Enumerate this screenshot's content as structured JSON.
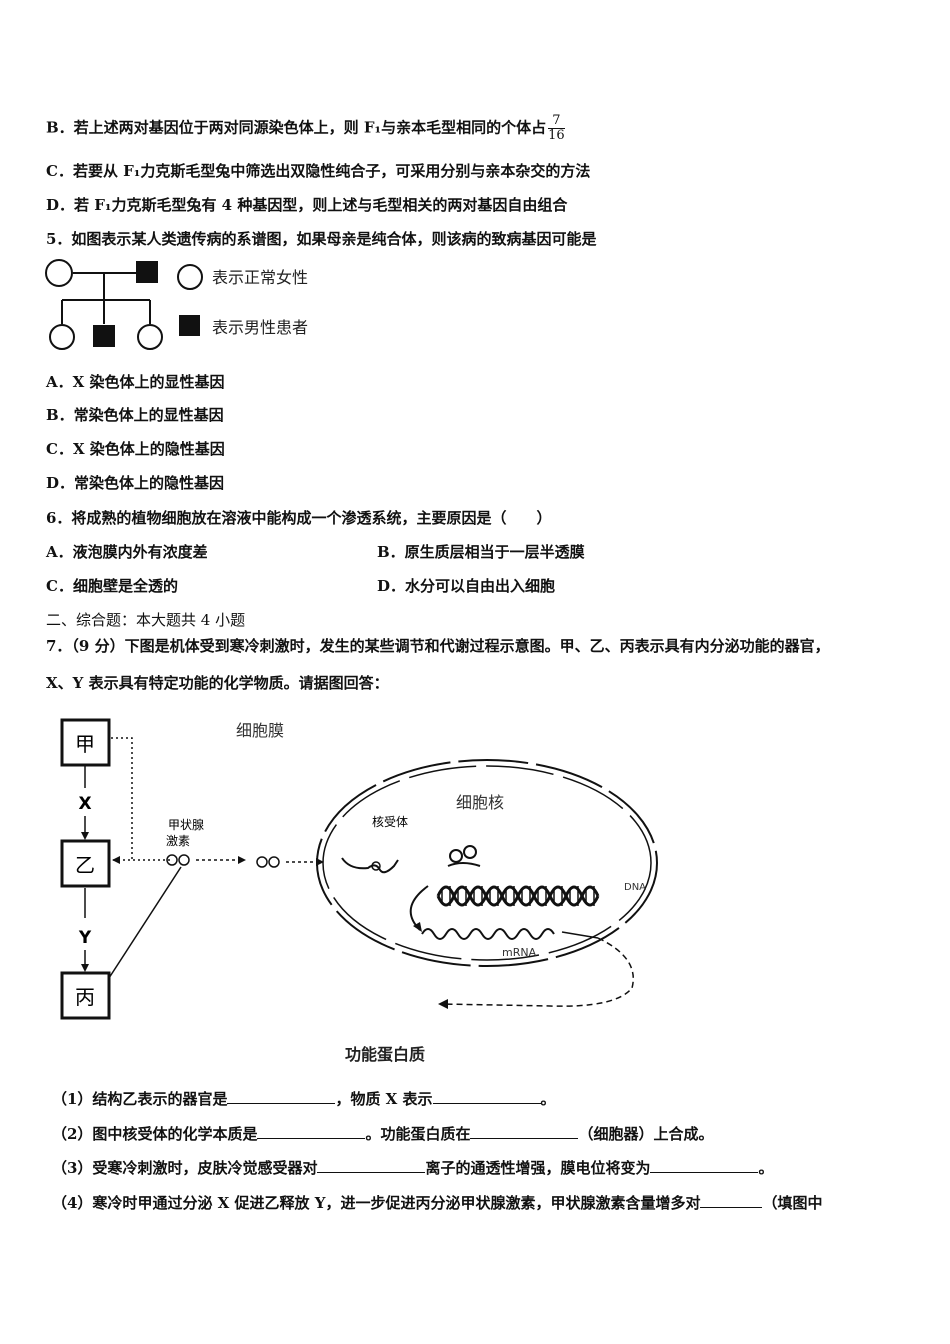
{
  "q4_options": {
    "B": "B．若上述两对基因位于两对同源染色体上，则 F₁与亲本毛型相同的个体占",
    "B_frac_num": "7",
    "B_frac_den": "16",
    "C": "C．若要从 F₁力克斯毛型兔中筛选出双隐性纯合子，可采用分别与亲本杂交的方法",
    "D": "D．若 F₁力克斯毛型兔有 4 种基因型，则上述与毛型相关的两对基因自由组合"
  },
  "q5": {
    "stem": "5．如图表示某人类遗传病的系谱图，如果母亲是纯合体，则该病的致病基因可能是",
    "legend_female": "表示正常女性",
    "legend_male": "表示男性患者",
    "options": [
      "A．X 染色体上的显性基因",
      "B．常染色体上的显性基因",
      "C．X 染色体上的隐性基因",
      "D．常染色体上的隐性基因"
    ]
  },
  "q6": {
    "stem": "6．将成熟的植物细胞放在溶液中能构成一个渗透系统，主要原因是（　　）",
    "A": "A．液泡膜内外有浓度差",
    "B": "B．原生质层相当于一层半透膜",
    "C": "C．细胞壁是全透的",
    "D": "D．水分可以自由出入细胞"
  },
  "section2": "二、综合题：本大题共 4 小题",
  "q7": {
    "stem1": "7．（9 分）下图是机体受到寒冷刺激时，发生的某些调节和代谢过程示意图。甲、乙、丙表示具有内分泌功能的器官，",
    "stem2": "X、Y 表示具有特定功能的化学物质。请据图回答：",
    "diagram": {
      "box_jia": "甲",
      "box_yi": "乙",
      "box_bing": "丙",
      "label_x": "X",
      "label_y": "Y",
      "hormone_line1": "甲状腺",
      "hormone_line2": "激素",
      "cell_membrane": "细胞膜",
      "nucleus": "细胞核",
      "receptor": "核受体",
      "dna": "DNA",
      "mrna": "mRNA",
      "protein": "功能蛋白质"
    },
    "sub1_a": "（1）结构乙表示的器官是",
    "sub1_b": "，物质 X 表示",
    "sub1_c": "。",
    "sub2_a": "（2）图中核受体的化学本质是",
    "sub2_b": "。功能蛋白质在",
    "sub2_c": "（细胞器）上合成。",
    "sub3_a": "（3）受寒冷刺激时，皮肤冷觉感受器对",
    "sub3_b": "离子的通透性增强，膜电位将变为",
    "sub3_c": "。",
    "sub4_a": "（4）寒冷时甲通过分泌 X 促进乙释放 Y，进一步促进丙分泌甲状腺激素，甲状腺激素含量增多对",
    "sub4_b": "（填图中"
  }
}
